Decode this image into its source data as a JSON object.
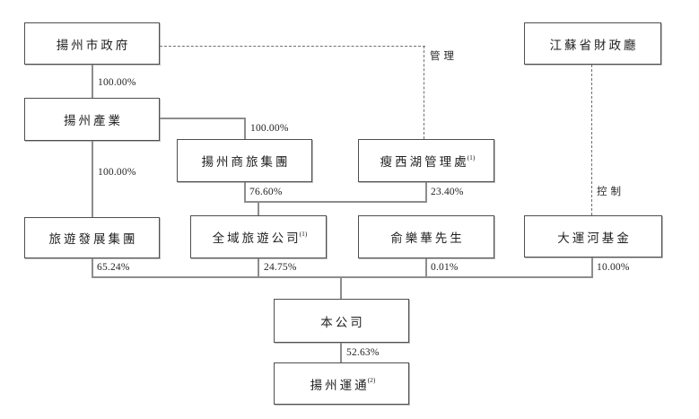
{
  "diagram": {
    "nodes": {
      "yangzhou_gov": {
        "label": "揚州市政府"
      },
      "jiangsu_finance": {
        "label": "江蘇省財政廳"
      },
      "yangzhou_industry": {
        "label": "揚州產業"
      },
      "shanglv_group": {
        "label": "揚州商旅集團"
      },
      "shouxihu_admin": {
        "label": "瘦西湖管理處",
        "sup": "(1)"
      },
      "tourism_dev_group": {
        "label": "旅遊發展集團"
      },
      "quanyu_tourism": {
        "label": "全域旅遊公司",
        "sup": "(1)"
      },
      "mr_yu_lehua": {
        "label": "俞樂華先生"
      },
      "grand_canal_fund": {
        "label": "大運河基金"
      },
      "the_company": {
        "label": "本公司"
      },
      "yangzhou_yuntong": {
        "label": "揚州運通",
        "sup": "(2)"
      }
    },
    "ownership_labels": {
      "gov_to_industry": "100.00%",
      "industry_to_shanglv": "100.00%",
      "industry_to_tourismdev": "100.00%",
      "shanglv_to_quanyu": "76.60%",
      "shouxihu_to_quanyu": "23.40%",
      "tourismdev_to_company": "65.24%",
      "quanyu_to_company": "24.75%",
      "yu_to_company": "0.01%",
      "fund_to_company": "10.00%",
      "company_to_yuntong": "52.63%"
    },
    "relation_labels": {
      "manage": "管理",
      "control": "控制"
    },
    "colors": {
      "background": "#ffffff",
      "box_border": "#4f4f4f",
      "connector": "#8d8d8d",
      "text": "#1f1f1f"
    }
  }
}
